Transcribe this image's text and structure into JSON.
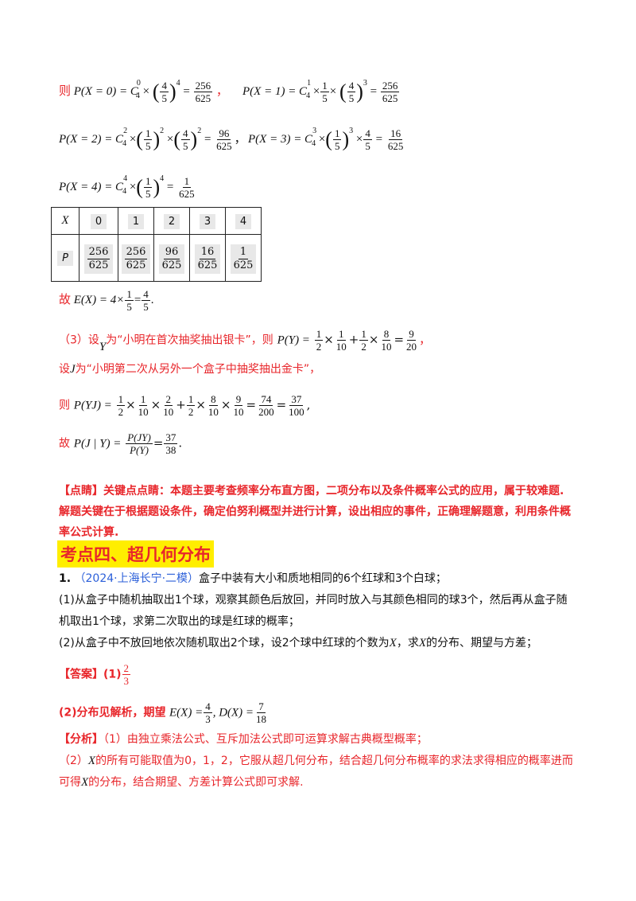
{
  "formulas": {
    "p0": {
      "prefix": "则",
      "lhs": "P(X = 0) = C",
      "c_sub": "4",
      "c_sup": "0",
      "mid": "×",
      "frac_num": "4",
      "frac_den": "5",
      "pow": "4",
      "eq": "=",
      "res_num": "256",
      "res_den": "625",
      "tail": "，"
    },
    "p1": {
      "lhs": "P(X = 1) = C",
      "c_sub": "4",
      "c_sup": "1",
      "f1_num": "1",
      "f1_den": "5",
      "frac_num": "4",
      "frac_den": "5",
      "pow": "3",
      "res_num": "256",
      "res_den": "625"
    },
    "p2": {
      "lhs": "P(X = 2) = C",
      "c_sub": "4",
      "c_sup": "2",
      "f1_num": "1",
      "f1_den": "5",
      "pow1": "2",
      "frac_num": "4",
      "frac_den": "5",
      "pow": "2",
      "res_num": "96",
      "res_den": "625",
      "tail": "，"
    },
    "p3": {
      "lhs": "P(X = 3) = C",
      "c_sub": "4",
      "c_sup": "3",
      "f1_num": "1",
      "f1_den": "5",
      "pow": "3",
      "f2_num": "4",
      "f2_den": "5",
      "res_num": "16",
      "res_den": "625"
    },
    "p4": {
      "lhs": "P(X = 4) = C",
      "c_sub": "4",
      "c_sup": "4",
      "f1_num": "1",
      "f1_den": "5",
      "pow": "4",
      "res_num": "1",
      "res_den": "625"
    }
  },
  "table": {
    "x_label": "X",
    "p_label": "P",
    "x_values": [
      "0",
      "1",
      "2",
      "3",
      "4"
    ],
    "p_values": [
      {
        "num": "256",
        "den": "625"
      },
      {
        "num": "256",
        "den": "625"
      },
      {
        "num": "96",
        "den": "625"
      },
      {
        "num": "16",
        "den": "625"
      },
      {
        "num": "1",
        "den": "625"
      }
    ]
  },
  "expectation": {
    "prefix": "故",
    "expr": "E(X) = 4×",
    "f_num": "1",
    "f_den": "5",
    "eq": "=",
    "r_num": "4",
    "r_den": "5",
    "tail": "."
  },
  "part3": {
    "line1_label": "（3）设",
    "line1_var": "Y",
    "line1_text": "为“小明在首次抽奖抽出银卡”，则",
    "line1_expr": "P(Y) =",
    "line1_f": [
      {
        "num": "1",
        "den": "2"
      },
      {
        "num": "1",
        "den": "10"
      },
      {
        "num": "1",
        "den": "2"
      },
      {
        "num": "8",
        "den": "10"
      }
    ],
    "line1_res": {
      "num": "9",
      "den": "20"
    },
    "line2_text": "设",
    "line2_var": "J",
    "line2_rest": "为“小明第二次从另外一个盒子中抽奖抽出金卡”，",
    "line3_prefix": "则",
    "line3_expr": "P(YJ) =",
    "line3_f": [
      {
        "num": "1",
        "den": "2"
      },
      {
        "num": "1",
        "den": "10"
      },
      {
        "num": "2",
        "den": "10"
      },
      {
        "num": "1",
        "den": "2"
      },
      {
        "num": "8",
        "den": "10"
      },
      {
        "num": "9",
        "den": "10"
      }
    ],
    "line3_res1": {
      "num": "74",
      "den": "200"
    },
    "line3_res2": {
      "num": "37",
      "den": "100"
    },
    "line4_prefix": "故",
    "line4_expr": "P(J | Y) =",
    "line4_f": {
      "num": "P(JY)",
      "den": "P(Y)"
    },
    "line4_res": {
      "num": "37",
      "den": "38"
    }
  },
  "comment": {
    "label": "【点睛】",
    "line1": "关键点点睛：本题主要考查频率分布直方图，二项分布以及条件概率公式的应用，属于较难题.",
    "line2": "解题关键在于根据题设条件，确定伯努利概型并进行计算，设出相应的事件，正确理解题意，利用条件概",
    "line3": "率公式计算."
  },
  "section_heading": "考点四、超几何分布",
  "question": {
    "number": "1.",
    "source": "（2024·上海长宁·二模）",
    "stem": "盒子中装有大小和质地相同的6个红球和3个白球；",
    "q1_a": "(1)从盒子中随机抽取出1个球，观察其颜色后放回，并同时放入与其颜色相同的球3个，然后再从盒子随",
    "q1_b": "机取出1个球，求第二次取出的球是红球的概率；",
    "q2_a": "(2)从盒子中不放回地依次随机取出2个球，设2个球中红球的个数为",
    "q2_var": "X",
    "q2_b": "，求",
    "q2_c": "的分布、期望与方差；"
  },
  "answer": {
    "label": "【答案】",
    "a1_prefix": "(1)",
    "a1": {
      "num": "2",
      "den": "3"
    },
    "a2_prefix": "(2)分布见解析，期望",
    "a2_expr1": "E(X) =",
    "a2_f1": {
      "num": "4",
      "den": "3"
    },
    "a2_expr2": ", D(X) =",
    "a2_f2": {
      "num": "7",
      "den": "18"
    }
  },
  "analysis": {
    "label": "【分析】",
    "p1": "（1）由独立乘法公式、互斥加法公式即可运算求解古典概型概率；",
    "p2_a": "（2）",
    "p2_b": "的所有可能取值为0，1，2，它服从超几何分布，结合超几何分布概率的求法求得相应的概率进而",
    "p2_c": "可得",
    "p2_d": "的分布，结合期望、方差计算公式即可求解."
  }
}
